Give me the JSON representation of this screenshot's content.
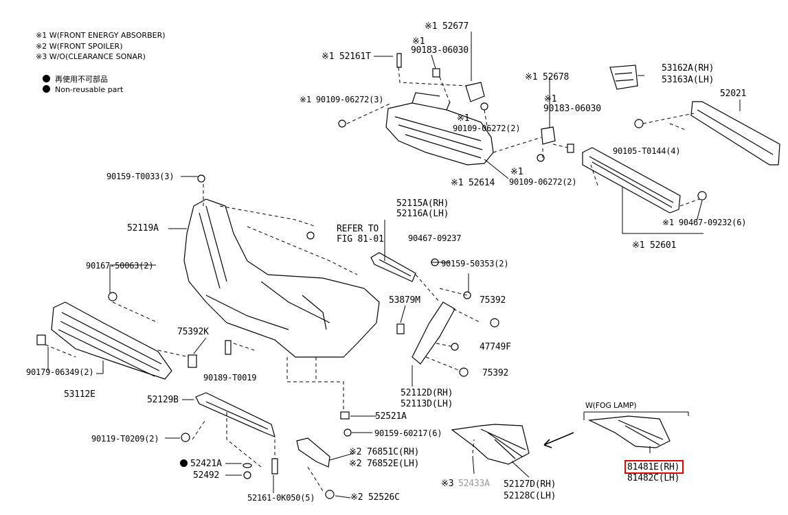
{
  "legend": {
    "note1": "※1 W(FRONT ENERGY ABSORBER)",
    "note2": "※2 W(FRONT SPOILER)",
    "note3": "※3 W/O(CLEARANCE SONAR)",
    "nonreusable_jp": "再使用不可部品",
    "nonreusable_en": "Non-reusable part"
  },
  "labels": {
    "p52677": "※1 52677",
    "p90183_a_mark": "※1",
    "p90183_a": "90183-06030",
    "p52161T": "※1 52161T",
    "p90109_a": "※1 90109-06272(3)",
    "p90109_b_mark": "※1",
    "p90109_b": "90109-06272(2)",
    "p52678": "※1 52678",
    "p90183_b_mark": "※1",
    "p90183_b": "90183-06030",
    "p90109_c_mark": "※1",
    "p90109_c": "90109-06272(2)",
    "p52614": "※1 52614",
    "p53162A": "53162A(RH)",
    "p53163A": "53163A(LH)",
    "p52021": "52021",
    "p90105": "90105-T0144(4)",
    "p90467_a": "※1 90467-09232(6)",
    "p52601": "※1 52601",
    "p90159_a": "90159-T0033(3)",
    "p52119A": "52119A",
    "refer_to": "REFER TO",
    "fig": "FIG 81-01",
    "p52115A": "52115A(RH)",
    "p52116A": "52116A(LH)",
    "p90467_b": "90467-09237",
    "p90159_b": "90159-50353(2)",
    "p90167": "90167-50063(2)",
    "p53879M": "53879M",
    "p75392_a": "75392",
    "p47749F": "47749F",
    "p75392_b": "75392",
    "p75392K": "75392K",
    "p90179": "90179-06349(2)",
    "p90189": "90189-T0019",
    "p53112E": "53112E",
    "p52112D": "52112D(RH)",
    "p52113D": "52113D(LH)",
    "fog_lamp": "W(FOG LAMP)",
    "p52129B": "52129B",
    "p52521A": "52521A",
    "p90119": "90119-T0209(2)",
    "p90159_c": "90159-60217(6)",
    "p76851C": "※2 76851C(RH)",
    "p76852E": "※2 76852E(LH)",
    "p52421A": "52421A",
    "p52492": "52492",
    "p52161_0K": "52161-0K050(5)",
    "p52526C": "※2 52526C",
    "p52433A_mark": "※3",
    "p52433A": "52433A",
    "p52127D": "52127D(RH)",
    "p52128C": "52128C(LH)",
    "p81481E": "81481E(RH)",
    "p81482C": "81482C(LH)"
  }
}
